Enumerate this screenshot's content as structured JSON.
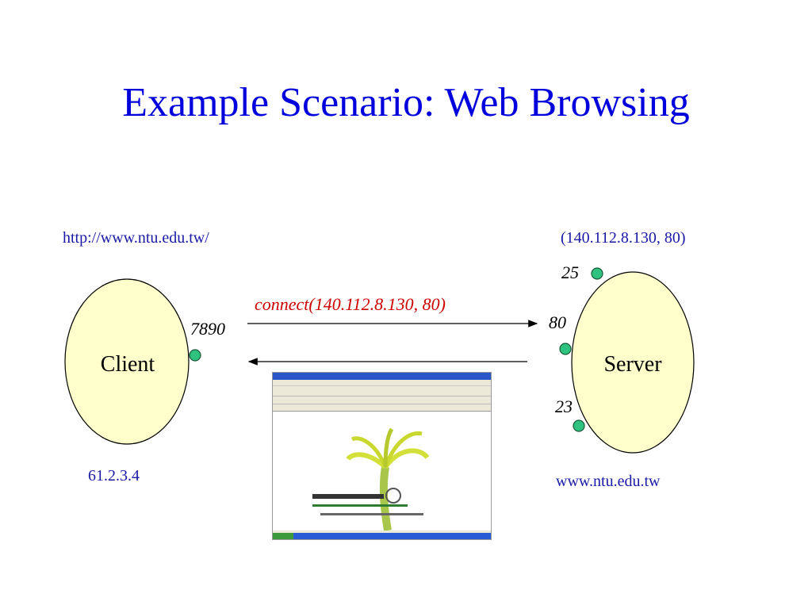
{
  "title": "Example Scenario: Web Browsing",
  "client": {
    "label": "Client",
    "url": "http://www.ntu.edu.tw/",
    "ip": "61.2.3.4",
    "port": "7890"
  },
  "server": {
    "label": "Server",
    "address_tuple": "(140.112.8.130, 80)",
    "hostname": "www.ntu.edu.tw",
    "ports": [
      "25",
      "80",
      "23"
    ]
  },
  "connect_call": "connect(140.112.8.130, 80)",
  "colors": {
    "title": "#0000dd",
    "node_fill": "#ffffcc",
    "port_dot": "#2ec27e",
    "connect_text": "#cc0000"
  },
  "screenshot": {
    "icon": "palm-tree-logo"
  }
}
